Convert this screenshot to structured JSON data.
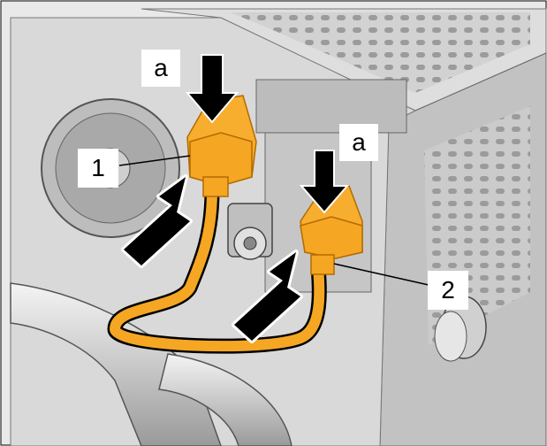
{
  "figure": {
    "labels": {
      "a_top": "a",
      "a_right": "a",
      "callout_1": "1",
      "callout_2": "2"
    },
    "colors": {
      "cable": "#F5A623",
      "cable_dark": "#C67A00",
      "connector": "#F7AD2E",
      "housing": "#D6D6D6",
      "outline": "#000000"
    }
  }
}
